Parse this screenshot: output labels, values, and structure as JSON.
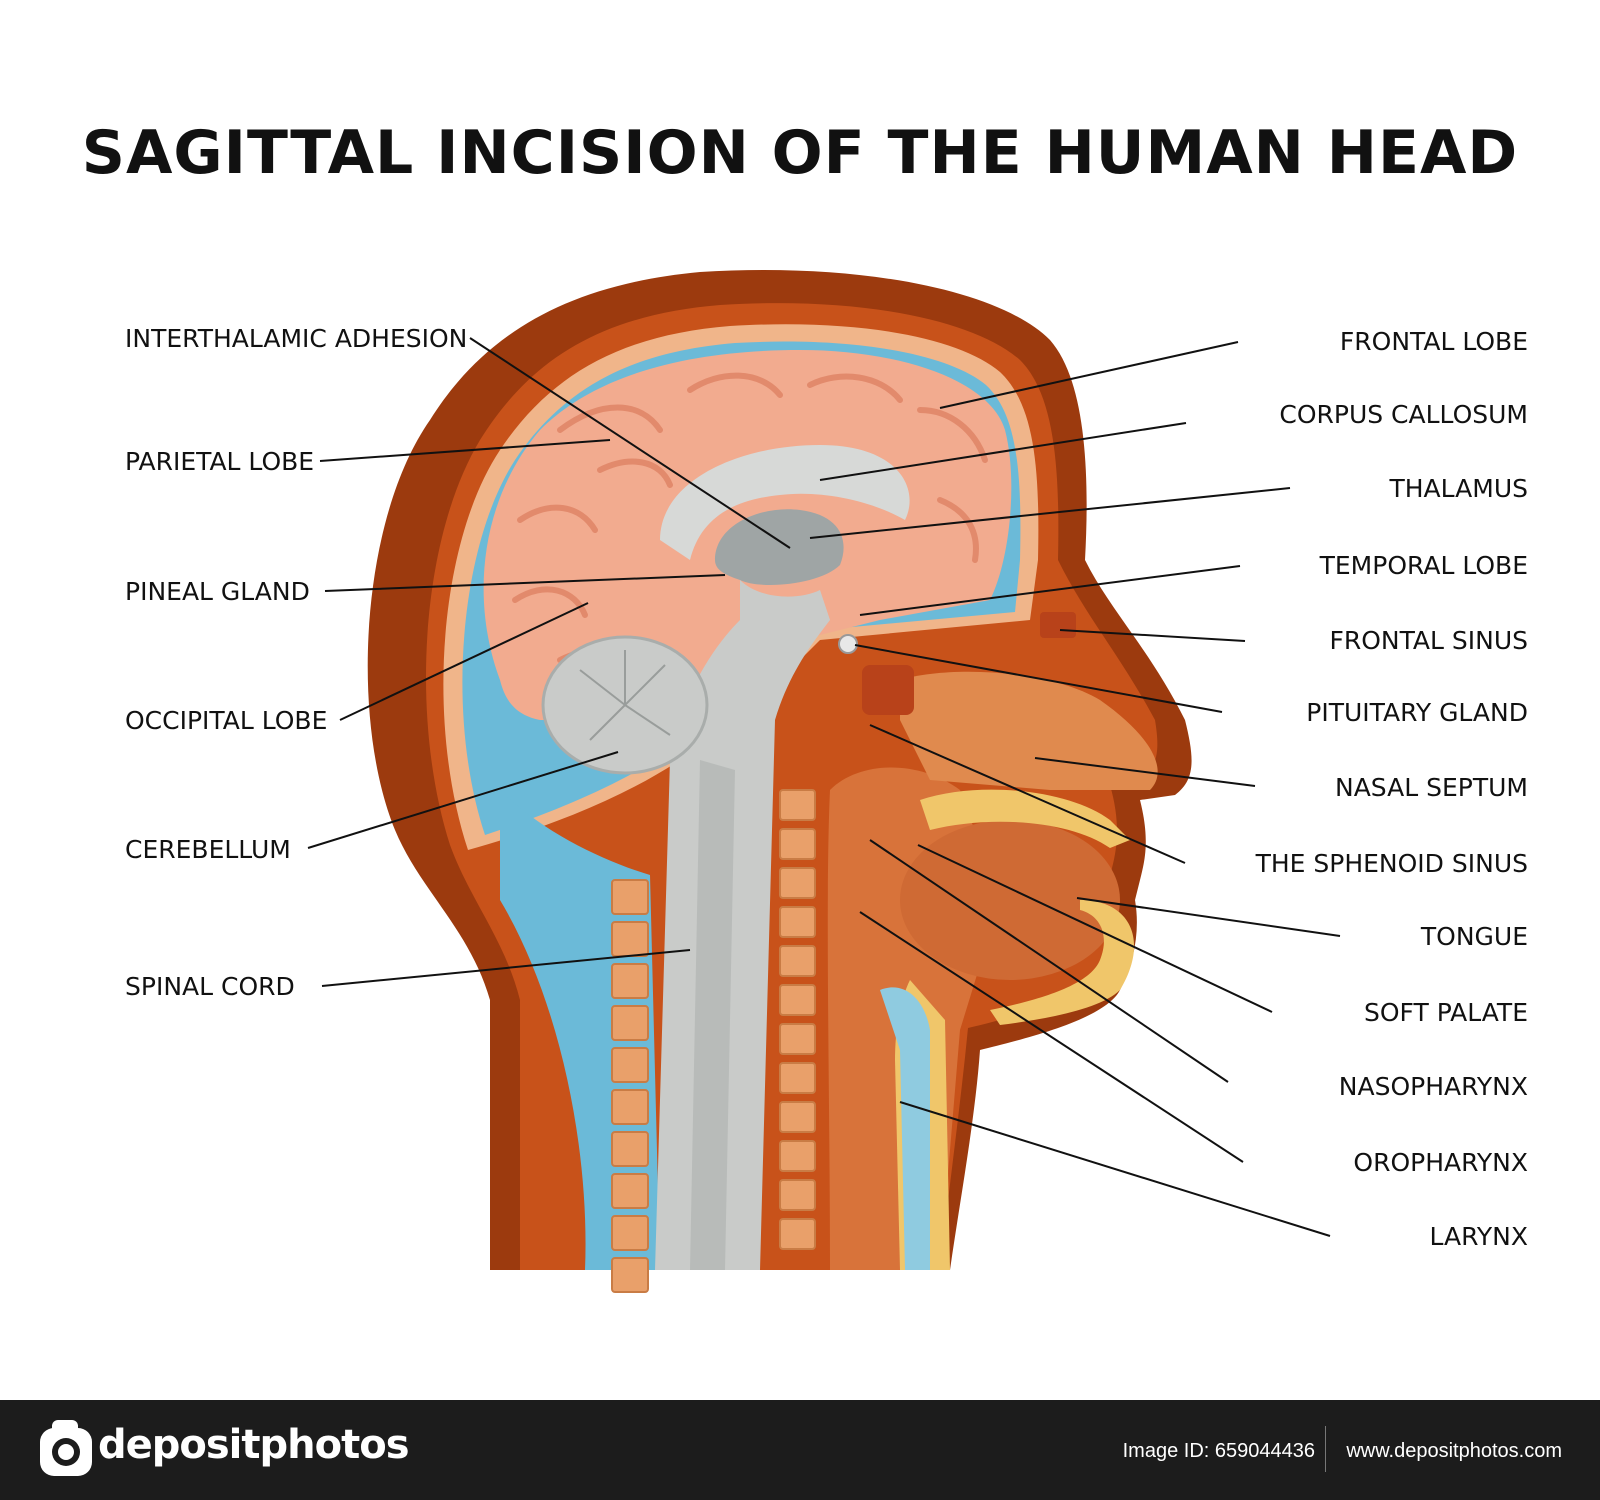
{
  "title": "SAGITTAL INCISION OF THE HUMAN HEAD",
  "labels_left": [
    "INTERTHALAMIC ADHESION",
    "PARIETAL LOBE",
    "PINEAL GLAND",
    "OCCIPITAL LOBE",
    "CEREBELLUM",
    "SPINAL CORD"
  ],
  "labels_right": [
    "FRONTAL LOBE",
    "CORPUS CALLOSUM",
    "THALAMUS",
    "TEMPORAL LOBE",
    "FRONTAL SINUS",
    "PITUITARY GLAND",
    "NASAL SEPTUM",
    "THE SPHENOID SINUS",
    "TONGUE",
    "SOFT PALATE",
    "NASOPHARYNX",
    "OROPHARYNX",
    "LARYNX"
  ],
  "footer": {
    "brand": "depositphotos",
    "image_id": "Image ID: 659044436",
    "url": "www.depositphotos.com"
  },
  "colors": {
    "skin_outer": "#9c3a0e",
    "skin_inner": "#c8521a",
    "csf": "#6bbad8",
    "brain": "#f2ab8f",
    "brain_dark": "#e79a7d",
    "gray_matter": "#c9cbc9",
    "vertebra": "#e9a06a",
    "tissue": "#d8733a",
    "bone": "#f0c66a"
  }
}
